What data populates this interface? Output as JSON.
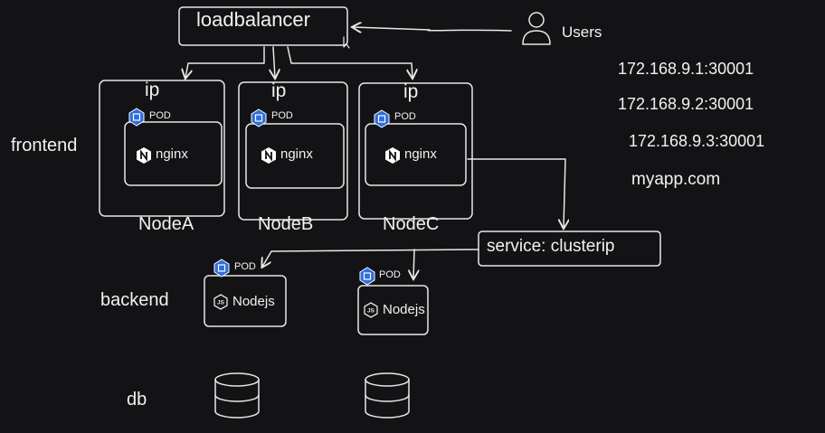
{
  "loadbalancer": {
    "label": "loadbalancer"
  },
  "users": {
    "label": "Users",
    "icon": "user-icon"
  },
  "addresses": [
    "172.168.9.1:30001",
    "172.168.9.2:30001",
    "172.168.9.3:30001"
  ],
  "domain_name": "myapp.com",
  "rows": {
    "frontend": "frontend",
    "backend": "backend",
    "db": "db"
  },
  "nodes": [
    {
      "ip": "ip",
      "pod": "POD",
      "app": "nginx",
      "name": "NodeA"
    },
    {
      "ip": "ip",
      "pod": "POD",
      "app": "nginx",
      "name": "NodeB"
    },
    {
      "ip": "ip",
      "pod": "POD",
      "app": "nginx",
      "name": "NodeC"
    }
  ],
  "service": {
    "label": "service: clusterip"
  },
  "backend_pods": [
    {
      "pod": "POD",
      "app": "Nodejs",
      "icon": "nodejs-icon"
    },
    {
      "pod": "POD",
      "app": "Nodejs",
      "icon": "nodejs-icon"
    }
  ],
  "databases": [
    {
      "icon": "database-icon"
    },
    {
      "icon": "database-icon"
    }
  ],
  "colors": {
    "background": "#131316",
    "stroke": "#e8e8e8",
    "pod_badge": "#2f6fdc"
  }
}
